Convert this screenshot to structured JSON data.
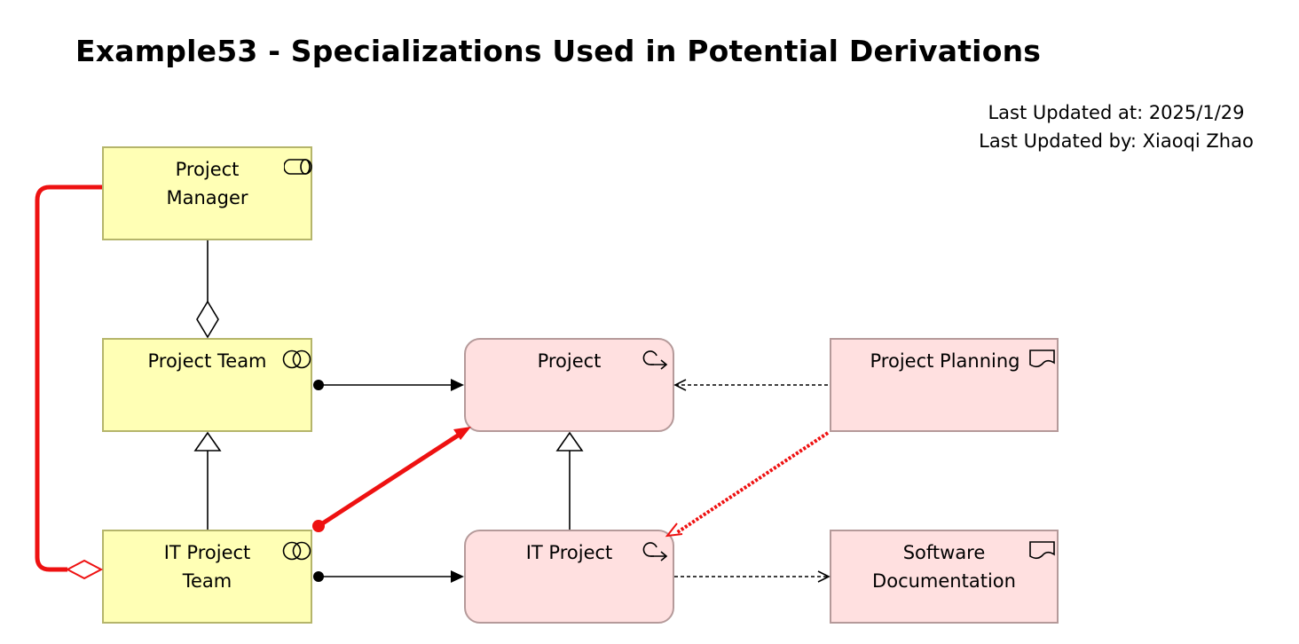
{
  "title": "Example53 - Specializations Used in Potential Derivations",
  "meta": {
    "updated_at": "Last Updated at: 2025/1/29",
    "updated_by": "Last Updated by: Xiaoqi Zhao"
  },
  "nodes": {
    "project_manager": {
      "line1": "Project",
      "line2": "Manager",
      "icon": "business-role-icon"
    },
    "project_team": {
      "line1": "Project Team",
      "icon": "business-collaboration-icon"
    },
    "it_project_team": {
      "line1": "IT Project",
      "line2": "Team",
      "icon": "business-collaboration-icon"
    },
    "project": {
      "line1": "Project",
      "icon": "business-event-icon"
    },
    "it_project": {
      "line1": "IT Project",
      "icon": "business-event-icon"
    },
    "project_planning": {
      "line1": "Project Planning",
      "icon": "business-object-icon"
    },
    "software_documentation": {
      "line1": "Software",
      "line2": "Documentation",
      "icon": "business-object-icon"
    }
  },
  "colors": {
    "actor_fill": "#ffffb5",
    "passive_fill": "#ffe0e0",
    "derived_relation": "#ee1111"
  }
}
